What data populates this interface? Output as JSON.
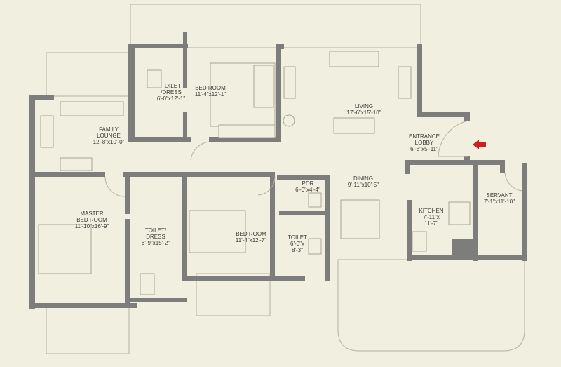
{
  "rooms": {
    "toilet_dress_top": {
      "name1": "TOILET",
      "name2": "/DRESS",
      "size": "6'-0\"x12'-1\""
    },
    "bedroom_top": {
      "name": "BED ROOM",
      "size": "11'-4\"x12'-1\""
    },
    "living": {
      "name": "LIVING",
      "size": "17'-6\"x15'-10\""
    },
    "family_lounge": {
      "name1": "FAMILY",
      "name2": "LOUNGE",
      "size": "12'-8\"x10'-0\""
    },
    "entrance_lobby": {
      "name1": "ENTRANCE",
      "name2": "LOBBY",
      "size": "6'-8\"x5'-11\""
    },
    "dining": {
      "name": "DINING",
      "size": "9'-11\"x10'-5\""
    },
    "pdr": {
      "name": "PDR",
      "size": "6'-0\"x4'-4\""
    },
    "servant": {
      "name": "SERVANT",
      "size": "7'-1\"x11'-10\""
    },
    "master_bedroom": {
      "name1": "MASTER",
      "name2": "BED ROOM",
      "size": "11'-10\"x16'-9\""
    },
    "toilet_dress_master": {
      "name1": "TOILET/",
      "name2": "DRESS",
      "size": "6'-9\"x15'-2\""
    },
    "bedroom_middle": {
      "name": "BED ROOM",
      "size": "11'-4\"x12'-7\""
    },
    "toilet_middle": {
      "name": "TOILET",
      "size1": "6'-0\"x",
      "size2": "8'-3\""
    },
    "kitchen": {
      "name": "KITCHEN",
      "size1": "7'-11\"x",
      "size2": "11'-7\""
    }
  },
  "colors": {
    "background": "#f1efdf",
    "wall": "#7d7d7b",
    "entry_arrow": "#cc1f1f"
  },
  "icons": {
    "entry": "red-arrow-left"
  }
}
